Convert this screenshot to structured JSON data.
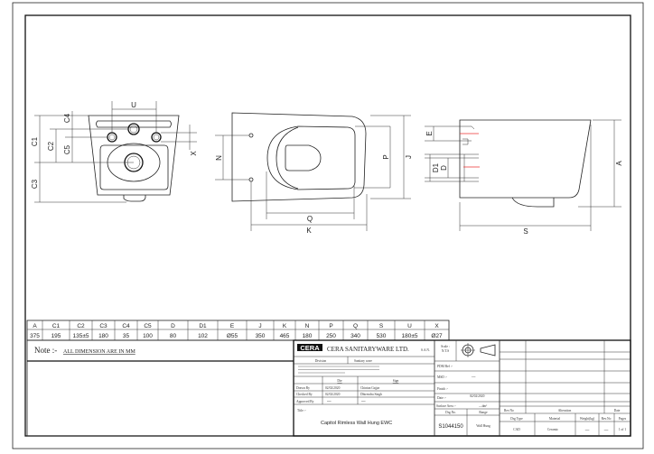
{
  "dimension_table": {
    "headers": [
      "A",
      "C1",
      "C2",
      "C3",
      "C4",
      "C5",
      "D",
      "D1",
      "E",
      "J",
      "K",
      "N",
      "P",
      "Q",
      "S",
      "U",
      "X"
    ],
    "values": [
      "375",
      "195",
      "135±5",
      "180",
      "35",
      "100",
      "80",
      "102",
      "Ø55",
      "350",
      "465",
      "180",
      "250",
      "340",
      "530",
      "180±5",
      "Ø27"
    ]
  },
  "note": {
    "label": "Note :-",
    "text": "ALL DIMENSION ARE IN MM"
  },
  "drawing_labels": {
    "front": {
      "u": "U",
      "c4": "C4",
      "c1": "C1",
      "c2": "C2",
      "c5": "C5",
      "c3": "C3",
      "x": "X"
    },
    "top": {
      "n": "N",
      "q": "Q",
      "k": "K",
      "p": "P",
      "j": "J"
    },
    "side": {
      "e": "E",
      "d1": "D1",
      "d": "D",
      "s": "S",
      "a": "A"
    }
  },
  "title_block": {
    "logo": "CERA",
    "company": "CERA SANITARYWARE  LTD.",
    "company_suffix": "S.A.N.",
    "division_label": "Division",
    "division_value": "Sanitary ware",
    "dte_header": "Dte",
    "sign_header": "Sign",
    "drawn_by_label": "Drawn By",
    "drawn_by_date": "02/02/2020",
    "drawn_by_sign": "Chintan Gajjar",
    "checked_by_label": "Checked By",
    "checked_by_date": "02/02/2020",
    "checked_by_sign": "Dhirendra Singh",
    "approved_by_label": "Approved By",
    "approved_by_date": "—",
    "approved_by_sign": "—",
    "title_label": "Title :-",
    "title_value": "Capitol Rimless Wall Hung EWC",
    "scale_label": "Scale :",
    "scale_value": "N.T.S",
    "pdm_ref_label": "PDM Ref :-",
    "msd_label": "MSD :-",
    "msd_value": "---",
    "finish_label": "Finish :-",
    "date_label": "Date :-",
    "date_value": "02/02/2020",
    "surface_area_label": "Surface Area :-",
    "surface_area_value": "—dm²",
    "drg_no_label": "Drg.No.",
    "drg_no_value": "S1044150",
    "range_label": "Range",
    "range_value": "Wall Hung",
    "rev_no_header": "Rev.No",
    "alteration_header": "Alteration",
    "rev_date_header": "Date",
    "drg_type_label": "Drg Type",
    "drg_type_value": "CAD",
    "material_label": "Material",
    "material_value": "Ceramic",
    "weight_label": "Weight(kg)",
    "weight_value": "—",
    "rev_no_label": "Rev.No",
    "rev_no_value": "—",
    "pages_label": "Pages",
    "pages_value": "1 of 1"
  }
}
